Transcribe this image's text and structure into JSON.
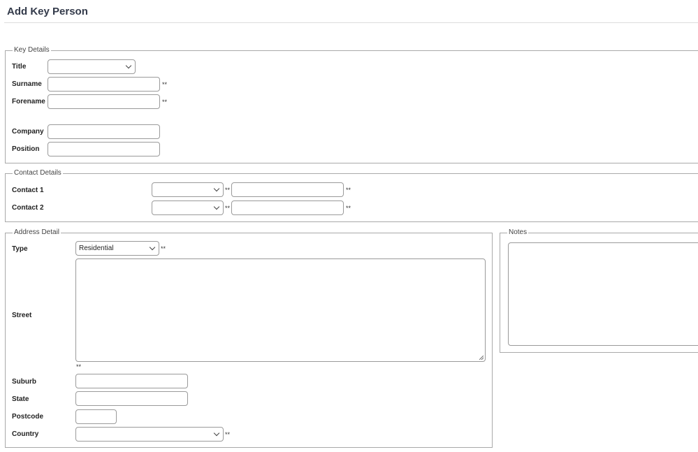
{
  "page": {
    "title": "Add Key Person"
  },
  "required_marker": "**",
  "key_details": {
    "legend": "Key Details",
    "title_label": "Title",
    "title_value": "",
    "surname_label": "Surname",
    "surname_value": "",
    "forename_label": "Forename",
    "forename_value": "",
    "company_label": "Company",
    "company_value": "",
    "position_label": "Position",
    "position_value": ""
  },
  "contact_details": {
    "legend": "Contact Details",
    "contact1_label": "Contact 1",
    "contact1_type": "",
    "contact1_value": "",
    "contact2_label": "Contact 2",
    "contact2_type": "",
    "contact2_value": ""
  },
  "address_detail": {
    "legend": "Address Detail",
    "type_label": "Type",
    "type_value": "Residential",
    "street_label": "Street",
    "street_value": "",
    "suburb_label": "Suburb",
    "suburb_value": "",
    "state_label": "State",
    "state_value": "",
    "postcode_label": "Postcode",
    "postcode_value": "",
    "country_label": "Country",
    "country_value": ""
  },
  "notes": {
    "legend": "Notes",
    "value": ""
  },
  "icons": {
    "dropdown": "chevron-down-icon",
    "resize": "resize-grip-icon"
  }
}
